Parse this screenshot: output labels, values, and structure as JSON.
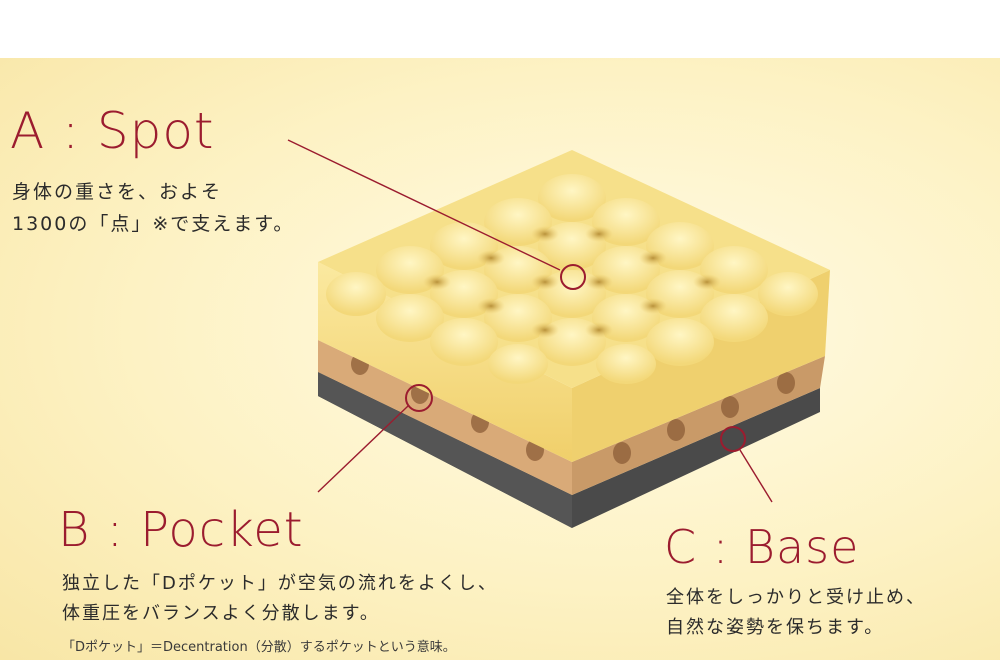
{
  "spot": {
    "title": "A : Spot",
    "line1": "身体の重さを、およそ",
    "line2": "1300の「点」※で支えます。"
  },
  "pocket": {
    "title": "B : Pocket",
    "line1": "独立した「Dポケット」が空気の流れをよくし、",
    "line2": "体重圧をバランスよく分散します。",
    "note": "「Dポケット」＝Decentration（分散）するポケットという意味。"
  },
  "base": {
    "title": "C : Base",
    "line1": "全体をしっかりと受け止め、",
    "line2": "自然な姿勢を保ちます。"
  },
  "colors": {
    "accent": "#9b1c2f",
    "foam_yellow": "#f6e08a",
    "pocket_tan": "#d9aa78",
    "base_gray": "#4a4a4a"
  }
}
